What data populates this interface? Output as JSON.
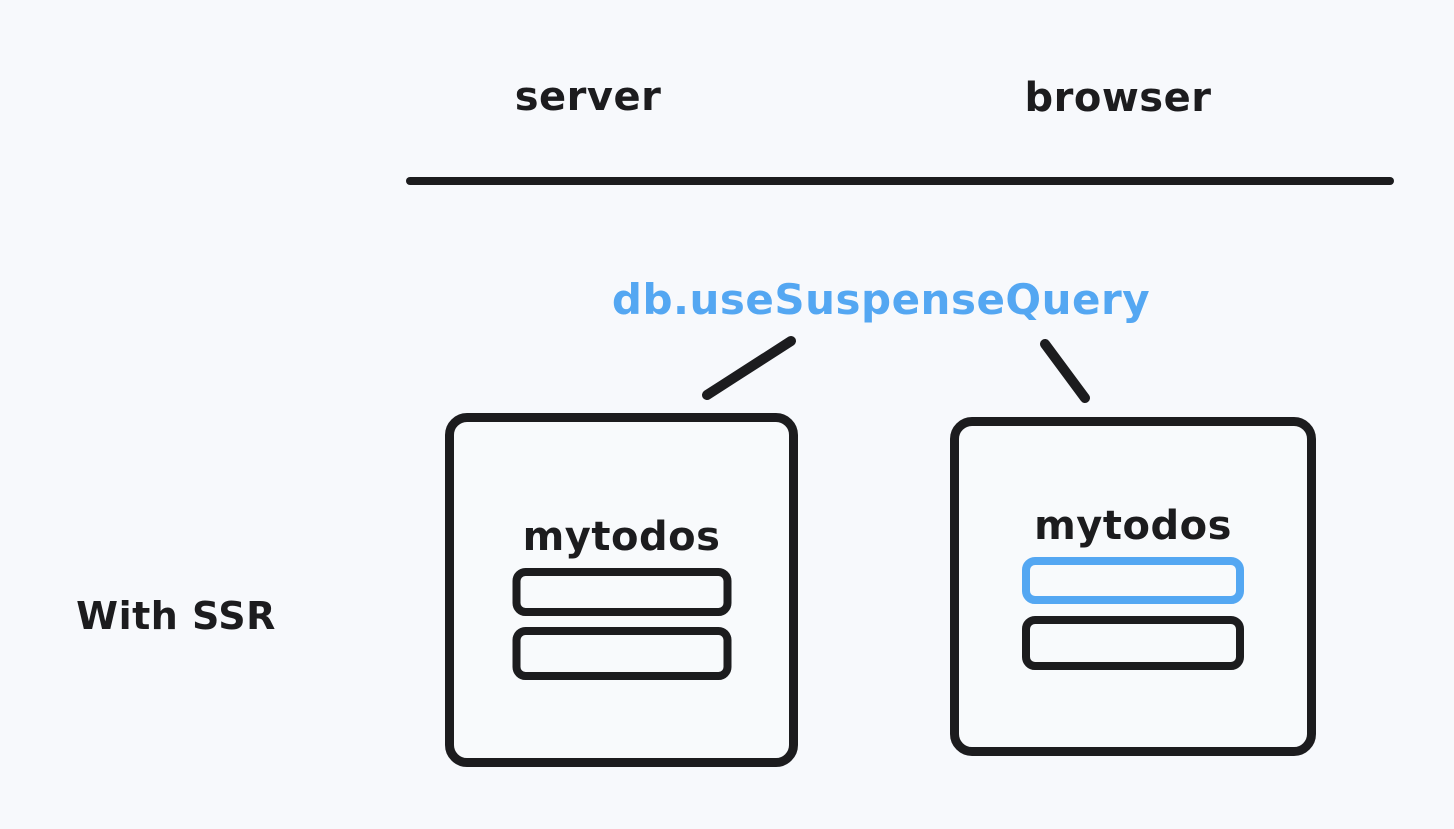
{
  "diagram": {
    "title_label": "With SSR",
    "columns": [
      {
        "label": "server"
      },
      {
        "label": "browser"
      }
    ],
    "annotation": {
      "label": "db.useSuspenseQuery",
      "color": "#54a7f2"
    },
    "divider": {
      "color": "#1c1c1e"
    },
    "cards": [
      {
        "id": "server",
        "title": "mytodos",
        "todos": [
          {
            "state": "plain",
            "color": "#1c1c1e"
          },
          {
            "state": "plain",
            "color": "#1c1c1e"
          }
        ]
      },
      {
        "id": "browser",
        "title": "mytodos",
        "todos": [
          {
            "state": "highlighted",
            "color": "#54a7f2"
          },
          {
            "state": "plain",
            "color": "#1c1c1e"
          }
        ]
      }
    ],
    "colors": {
      "background": "#f7f9fc",
      "ink": "#1c1c1e",
      "accent": "#54a7f2"
    }
  }
}
